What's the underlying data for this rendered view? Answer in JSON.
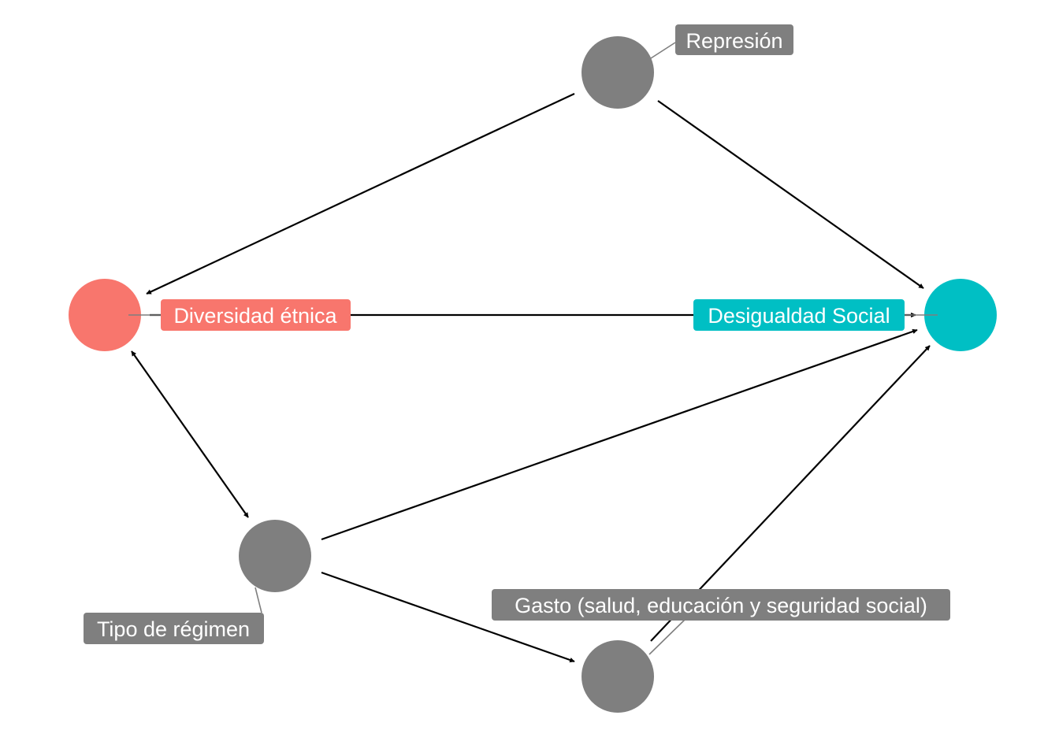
{
  "diagram": {
    "type": "directed-acyclic-graph",
    "colors": {
      "exposure": "#F8766D",
      "outcome": "#00BFC4",
      "other": "#7F7F7F",
      "edge": "#000000",
      "label_text": "#FFFFFF"
    },
    "nodes": [
      {
        "id": "represion",
        "label": "Represión",
        "role": "other"
      },
      {
        "id": "diversidad",
        "label": "Diversidad étnica",
        "role": "exposure"
      },
      {
        "id": "desigualdad",
        "label": "Desigualdad Social",
        "role": "outcome"
      },
      {
        "id": "regimen",
        "label": "Tipo de régimen",
        "role": "other"
      },
      {
        "id": "gasto",
        "label": "Gasto (salud, educación y seguridad social)",
        "role": "other"
      }
    ],
    "edges": [
      {
        "from": "represion",
        "to": "diversidad",
        "direction": "forward"
      },
      {
        "from": "represion",
        "to": "desigualdad",
        "direction": "forward"
      },
      {
        "from": "diversidad",
        "to": "desigualdad",
        "direction": "forward"
      },
      {
        "from": "diversidad",
        "to": "regimen",
        "direction": "both"
      },
      {
        "from": "regimen",
        "to": "desigualdad",
        "direction": "forward"
      },
      {
        "from": "regimen",
        "to": "gasto",
        "direction": "forward"
      },
      {
        "from": "gasto",
        "to": "desigualdad",
        "direction": "forward"
      }
    ]
  }
}
